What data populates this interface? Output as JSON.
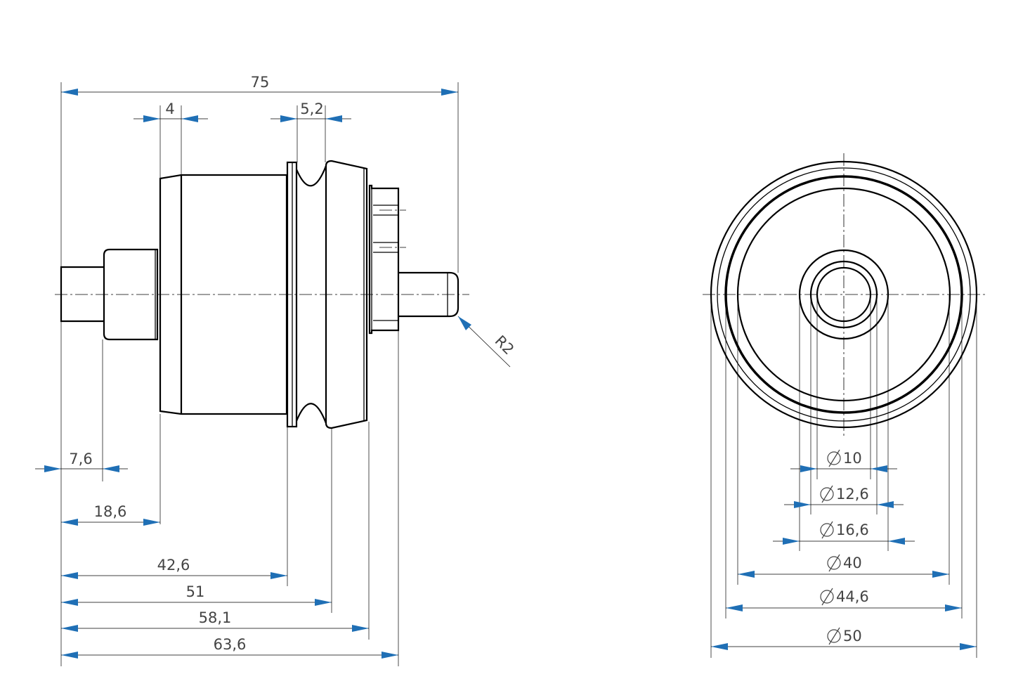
{
  "side_view": {
    "overall_length": "75",
    "step_4": "4",
    "groove_5_2": "5,2",
    "shaft_7_6": "7,6",
    "body_18_6": "18,6",
    "flange_42_6": "42,6",
    "groove_51": "51",
    "face_58_1": "58,1",
    "nut_63_6": "63,6",
    "radius_r2": "R2"
  },
  "front_view": {
    "d10": "10",
    "d12_6": "12,6",
    "d16_6": "16,6",
    "d40": "40",
    "d44_6": "44,6",
    "d50": "50"
  },
  "colors": {
    "arrow": "#1f6fb5",
    "line": "#000000",
    "text": "#444444"
  }
}
